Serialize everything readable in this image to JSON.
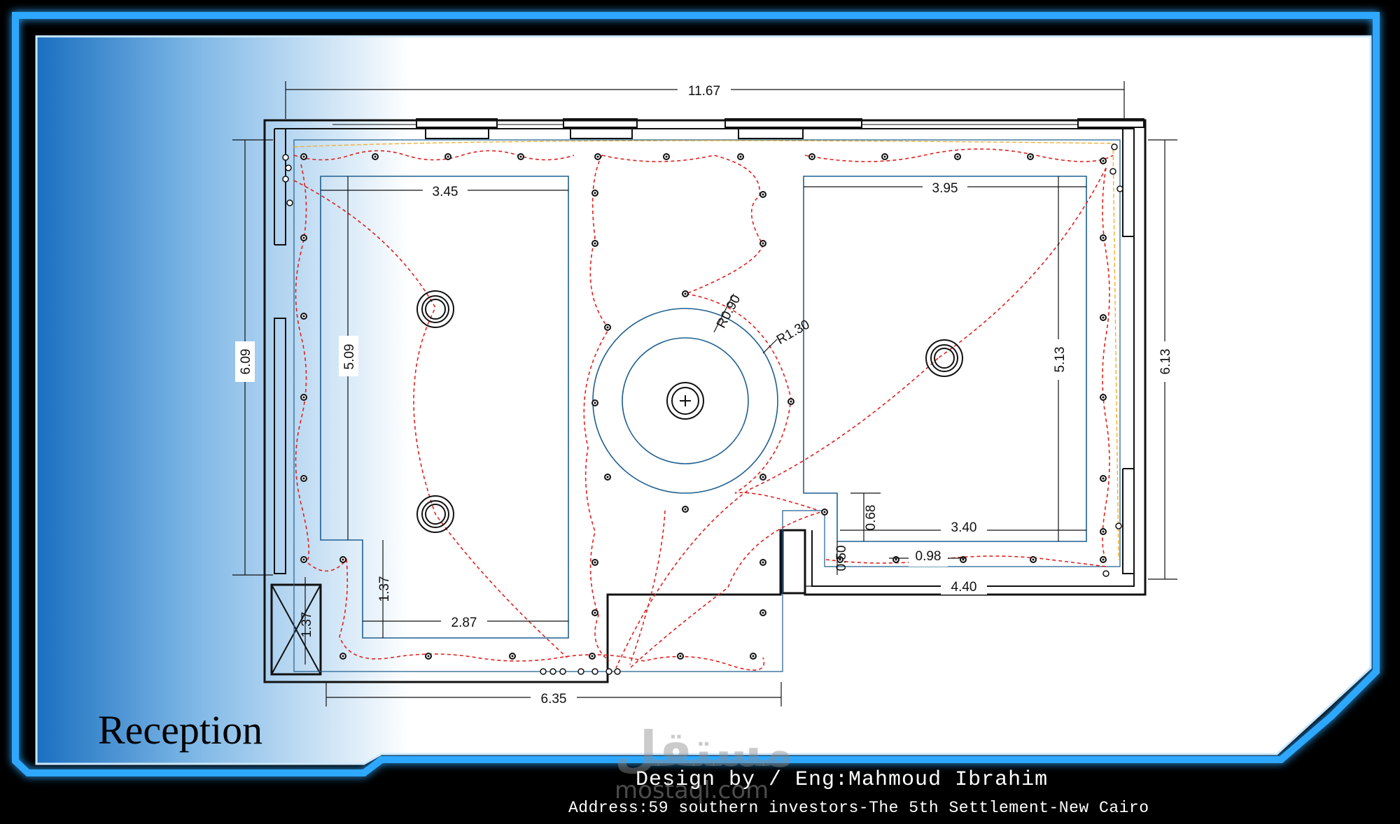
{
  "title": "Reception",
  "credit": {
    "line1": "Design by / Eng:Mahmoud Ibrahim",
    "line2": "Address:59 southern investors-The 5th Settlement-New Cairo"
  },
  "watermark": {
    "arabic": "مستقل",
    "latin": "mostaql.com"
  },
  "dimensions": {
    "overall_width": "11.67",
    "left_height": "6.09",
    "right_height": "6.13",
    "left_panel_width": "3.45",
    "right_panel_width": "3.95",
    "left_panel_height": "5.09",
    "right_panel_height": "5.13",
    "radius_inner": "R0.90",
    "radius_outer": "R1.30",
    "step_height": "0.68",
    "right_bottom_width": "3.40",
    "small_width": "0.98",
    "small_height": "0.50",
    "bottom_right_width": "4.40",
    "lower_panel_height": "1.37",
    "lower_panel_width": "2.87",
    "elevator_height": "1.37",
    "bottom_width": "6.35"
  },
  "colors": {
    "frame_glow": "#2fa8ff",
    "wall": "#111111",
    "ceiling_line": "#1f5f8f",
    "lighting_circuit": "#e0201e",
    "cove_line": "#f0b030"
  }
}
